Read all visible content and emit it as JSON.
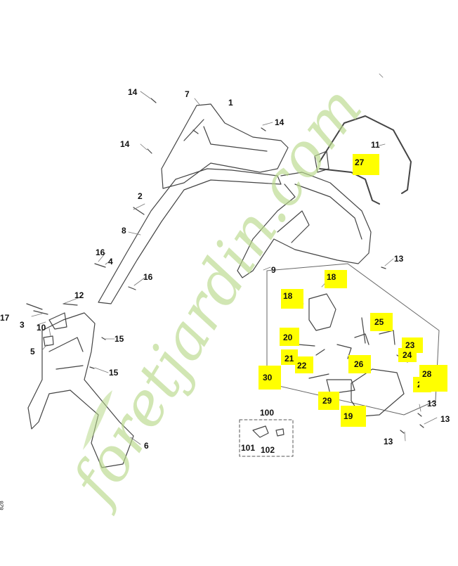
{
  "watermark": {
    "text": "foretjardin.com",
    "color_green": "#b8d98a",
    "color_tan": "#d9c9a6",
    "color_accent": "#f2c28a"
  },
  "highlight_color": "#ffff00",
  "side_code": "828",
  "callouts": {
    "c1": "1",
    "c2": "2",
    "c3": "3",
    "c4": "4",
    "c5": "5",
    "c6": "6",
    "c7": "7",
    "c8": "8",
    "c9": "9",
    "c10": "10",
    "c11": "11",
    "c12": "12",
    "c13a": "13",
    "c13b": "13",
    "c13c": "13",
    "c13d": "13",
    "c14a": "14",
    "c14b": "14",
    "c14c": "14",
    "c15a": "15",
    "c15b": "15",
    "c16a": "16",
    "c16b": "16",
    "c17": "17",
    "c100": "100",
    "c101": "101",
    "c102": "102"
  },
  "highlighted": {
    "h18a": "18",
    "h18b": "18",
    "h19": "19",
    "h20": "20",
    "h21": "21",
    "h22": "22",
    "h23": "23",
    "h24a": "24",
    "h24b": "24",
    "h25": "25",
    "h26": "26",
    "h27": "27",
    "h28": "28",
    "h29": "29",
    "h30": "30"
  }
}
